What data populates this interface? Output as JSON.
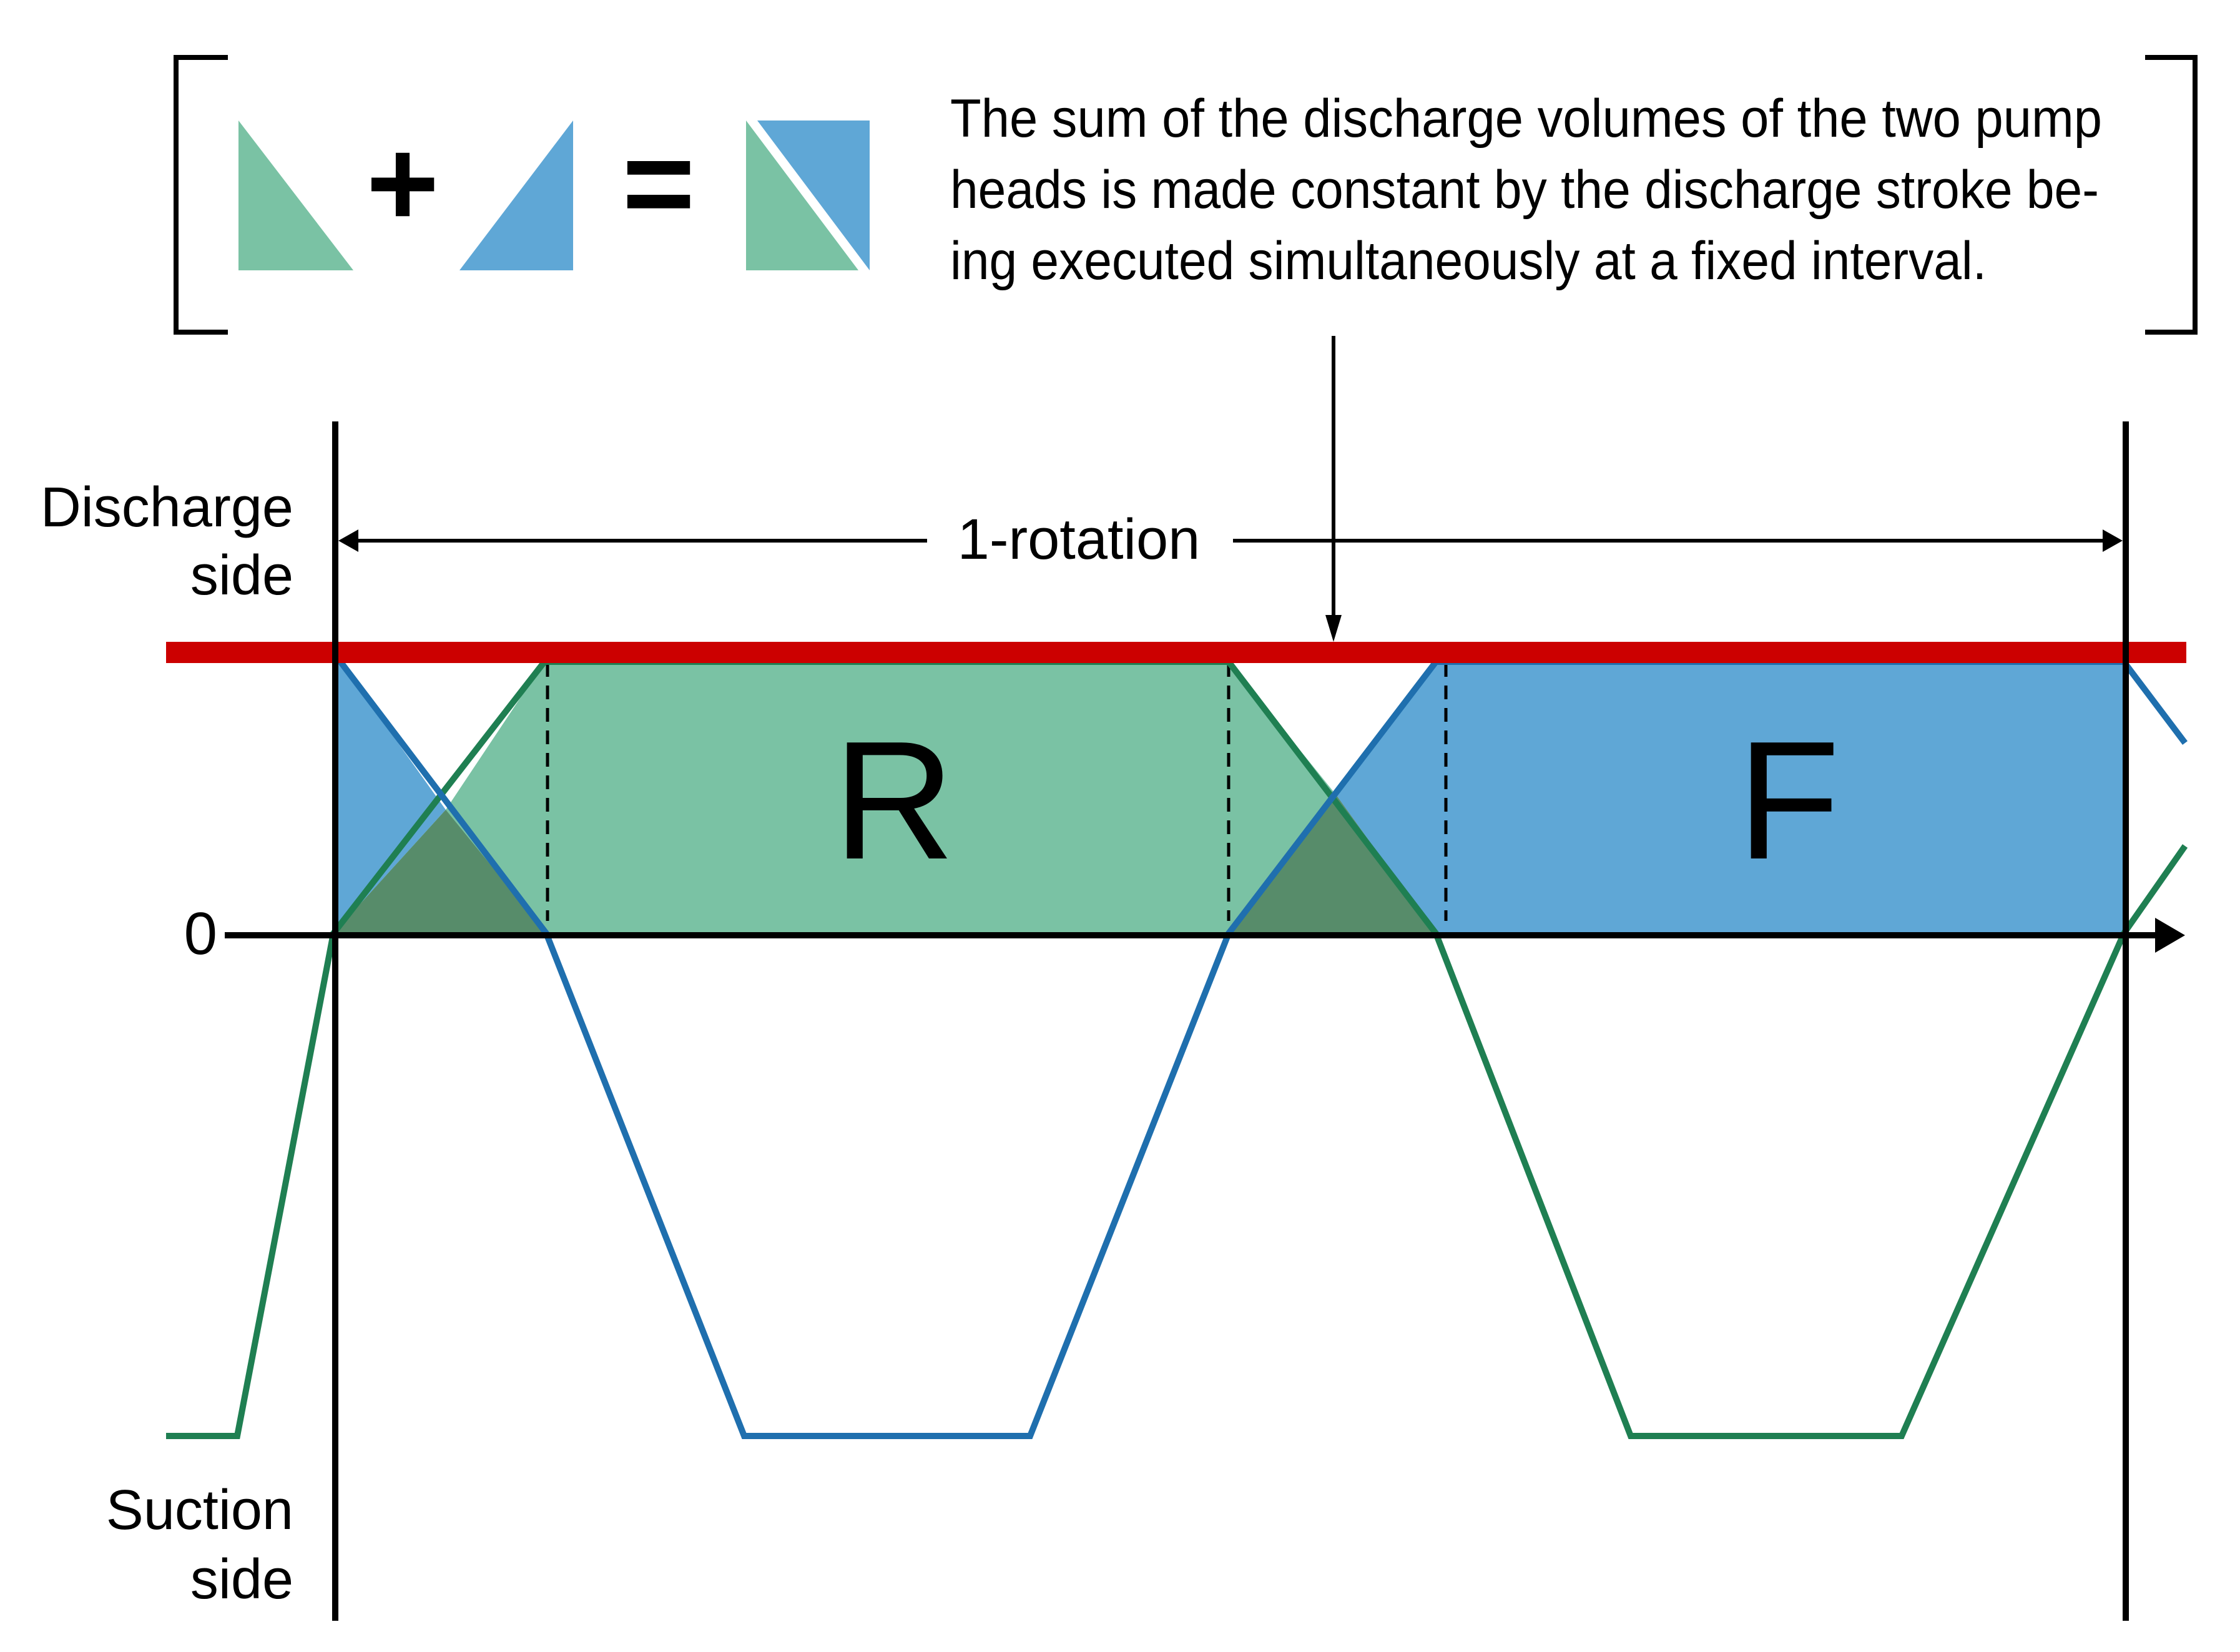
{
  "legend": {
    "plus": "+",
    "equals": "=",
    "description_lines": [
      "The sum of the discharge volumes of the two pump",
      "heads is made constant by the discharge stroke be-",
      "ing executed simultaneously at a fixed interval."
    ]
  },
  "labels": {
    "discharge_line1": "Discharge",
    "discharge_line2": "side",
    "suction_line1": "Suction",
    "suction_line2": "side",
    "zero": "0",
    "rotation": "1-rotation",
    "region_r": "R",
    "region_f": "F"
  },
  "colors": {
    "green_fill": "#7ac2a4",
    "blue_fill": "#5fa7d6",
    "overlap_fill": "#578c6a",
    "green_line": "#1f7f52",
    "blue_line": "#1f6fae",
    "constant_line": "#cc0000",
    "axis": "#000000"
  }
}
